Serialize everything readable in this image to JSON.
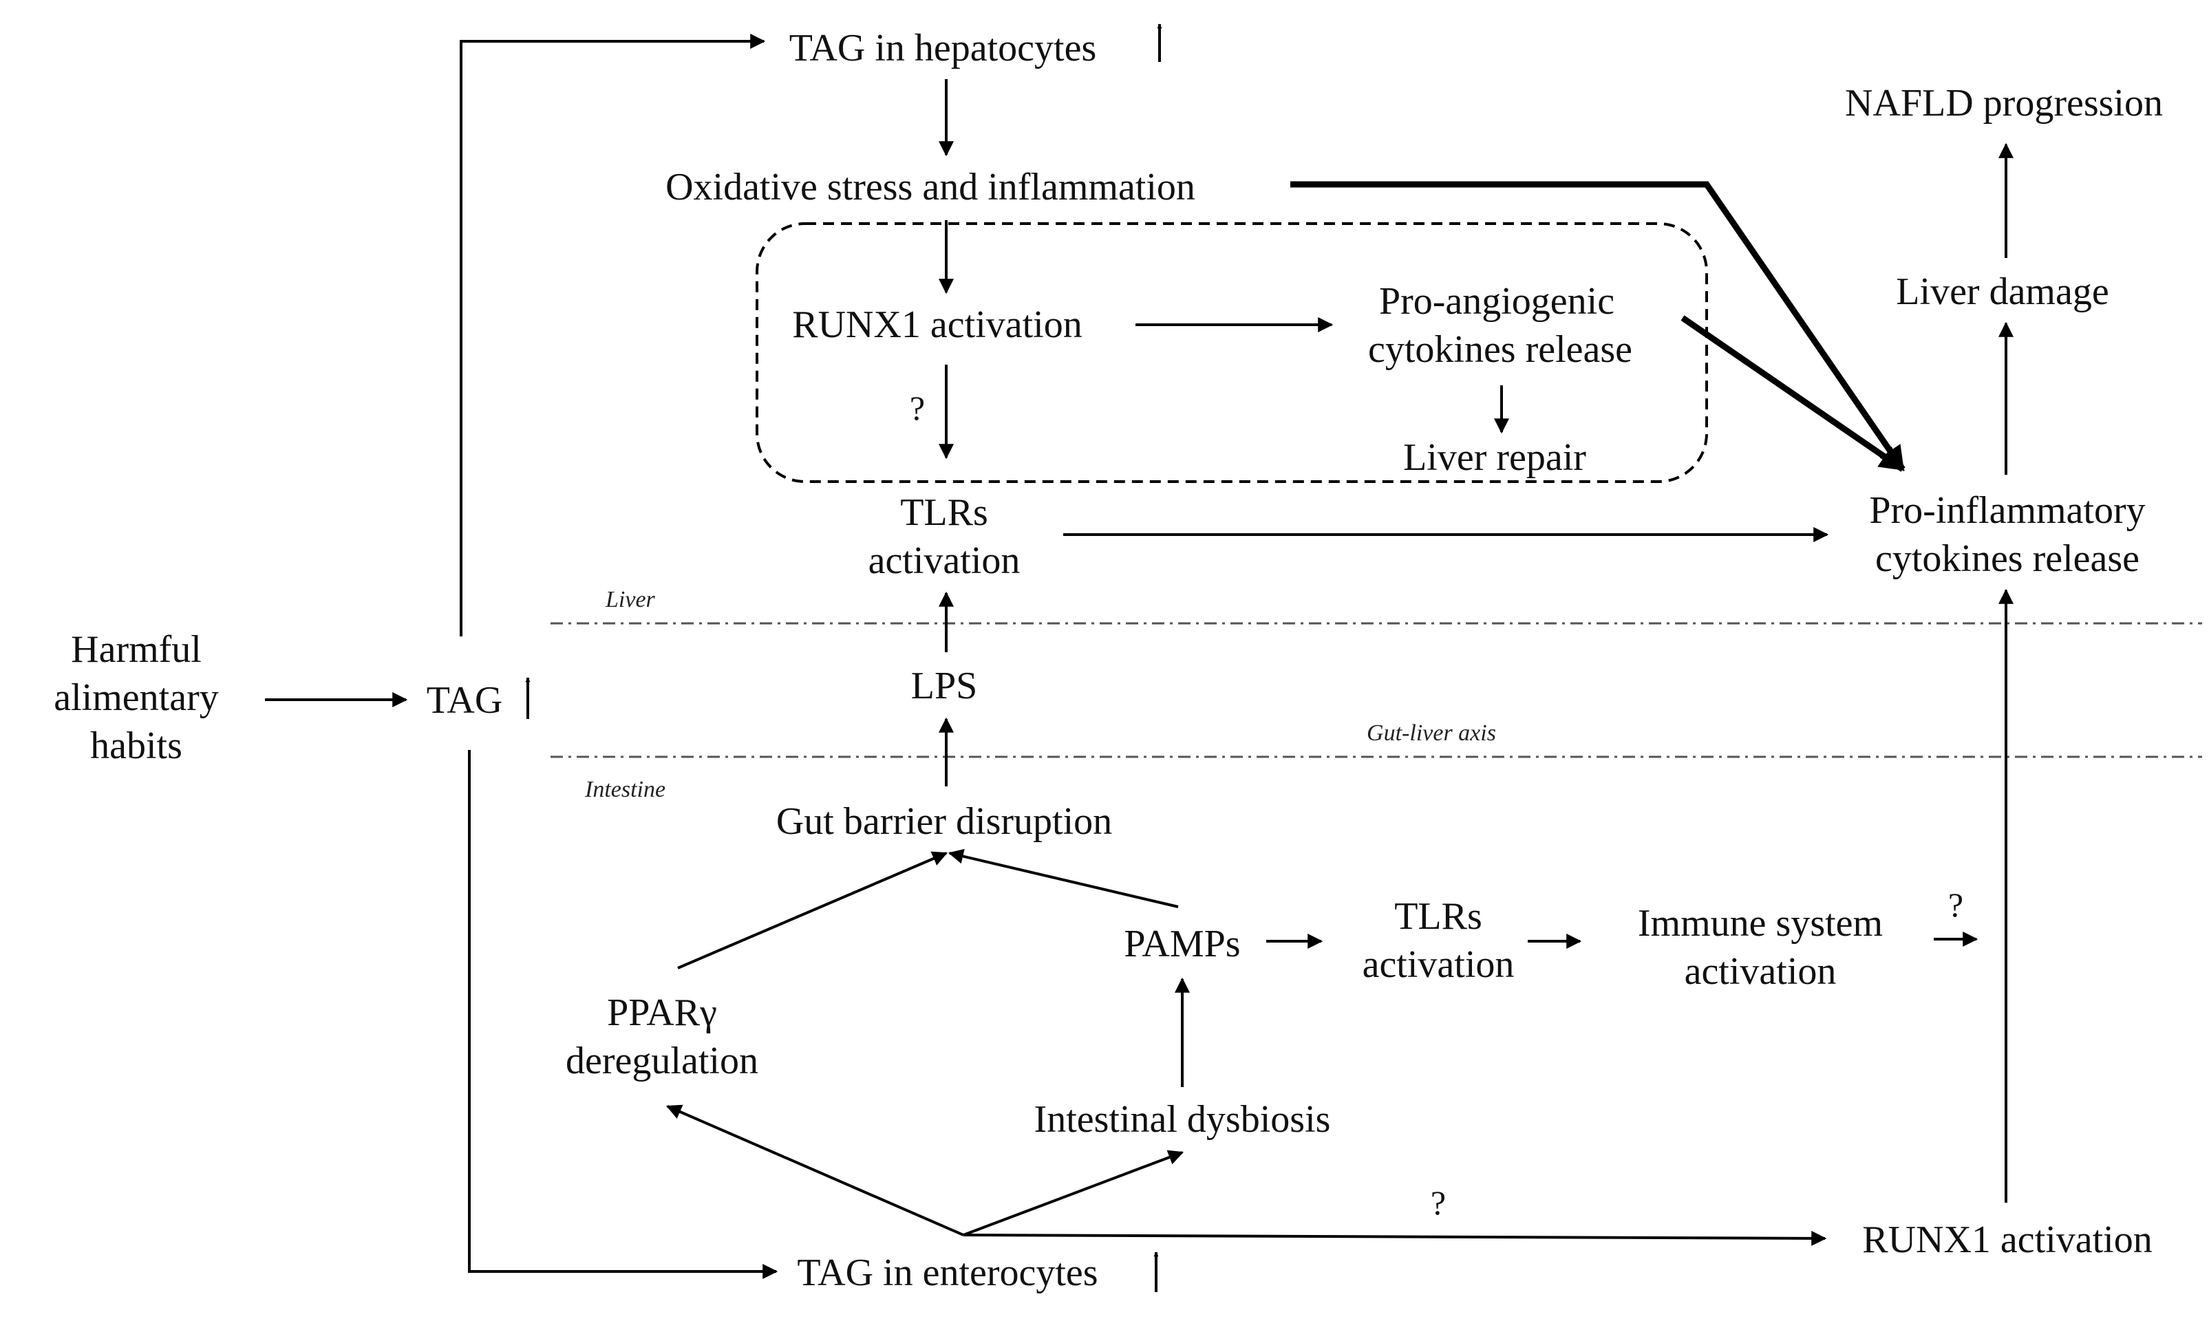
{
  "diagram": {
    "nodes": {
      "harmful_habits": [
        "Harmful",
        "alimentary",
        "habits"
      ],
      "tag": "TAG",
      "tag_hepatocytes": "TAG in hepatocytes",
      "oxidative": "Oxidative stress and inflammation",
      "runx1_liver": "RUNX1 activation",
      "pro_angiogenic": [
        "Pro-angiogenic",
        "cytokines release"
      ],
      "liver_repair": "Liver repair",
      "tlrs_liver": [
        "TLRs",
        "activation"
      ],
      "lps": "LPS",
      "gut_barrier": "Gut barrier disruption",
      "pparg": [
        "PPARγ",
        "deregulation"
      ],
      "pamps": "PAMPs",
      "tlrs_gut": [
        "TLRs",
        "activation"
      ],
      "immune": [
        "Immune system",
        "activation"
      ],
      "dysbiosis": "Intestinal dysbiosis",
      "tag_enterocytes": "TAG in enterocytes",
      "runx1_gut": "RUNX1 activation",
      "pro_inflammatory": [
        "Pro-inflammatory",
        "cytokines release"
      ],
      "liver_damage": "Liver damage",
      "nafld": "NAFLD progression"
    },
    "zones": {
      "liver": "Liver",
      "gut_liver_axis": "Gut-liver axis",
      "intestine": "Intestine"
    },
    "unknown_marker": "?"
  }
}
